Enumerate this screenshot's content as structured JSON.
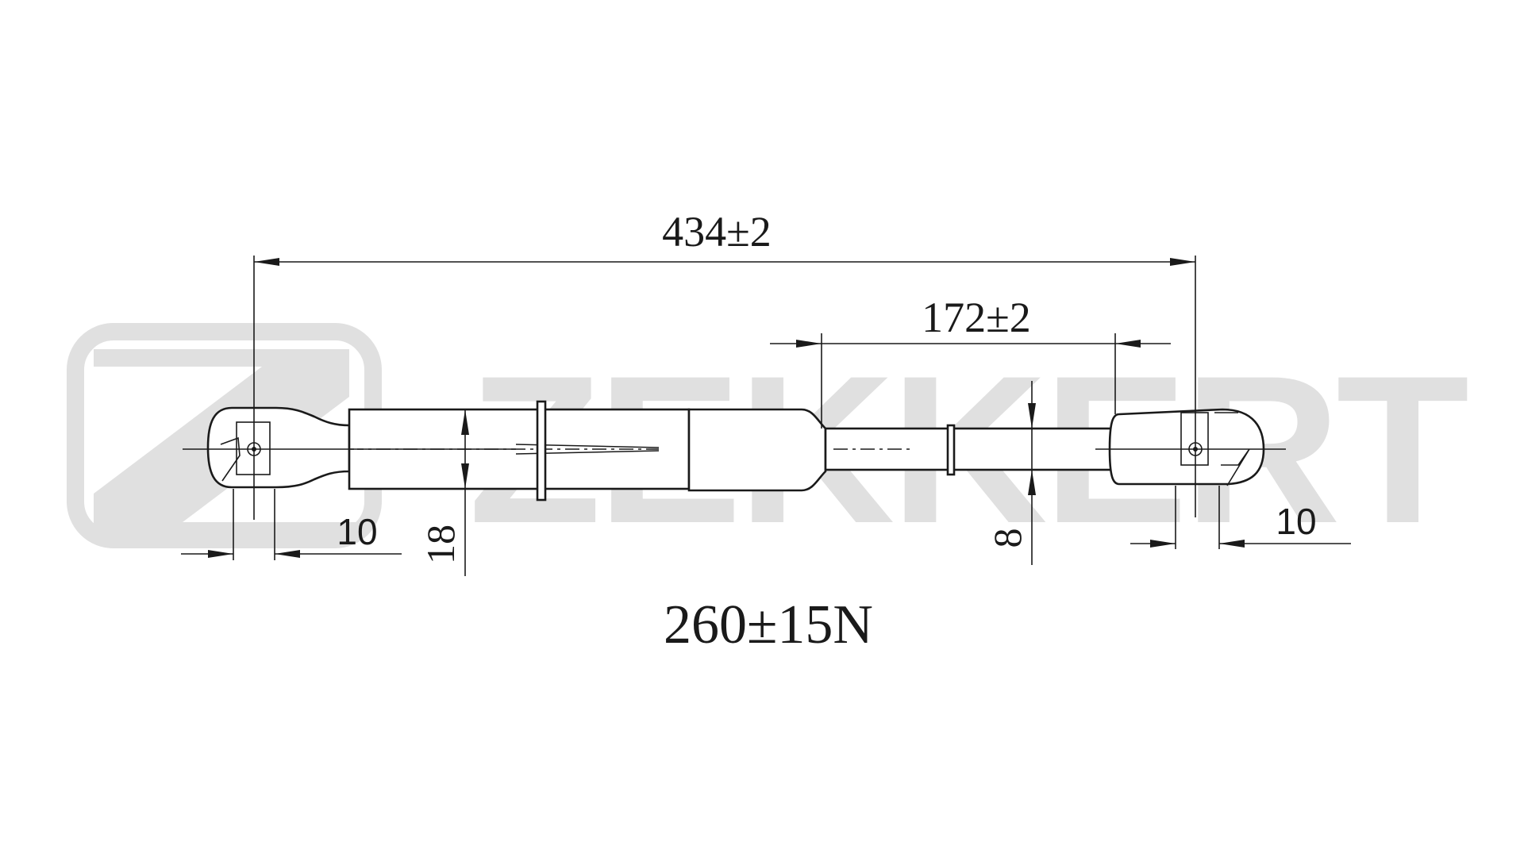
{
  "watermark": {
    "brand": "ZEKKERT",
    "color": "#e0e0e0"
  },
  "dimensions": {
    "overall_length": "434±2",
    "stroke": "172±2",
    "body_diameter": "18",
    "rod_diameter": "8",
    "left_end_fitting": "10",
    "right_end_fitting": "10"
  },
  "force_rating": "260±15N",
  "colors": {
    "line": "#1a1a1a",
    "background": "#ffffff"
  }
}
